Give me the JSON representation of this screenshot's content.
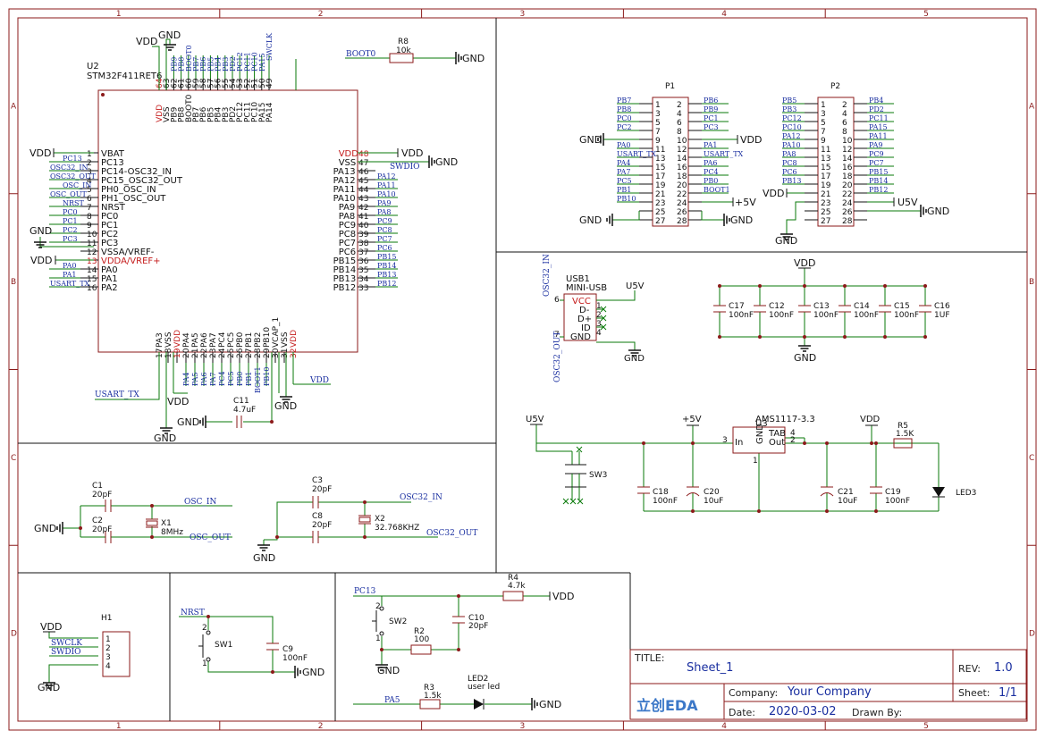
{
  "sheet": {
    "cols": [
      "1",
      "2",
      "3",
      "4",
      "5"
    ],
    "rows": [
      "A",
      "B",
      "C",
      "D"
    ]
  },
  "mcu": {
    "ref": "U2",
    "part": "STM32F411RET6",
    "left_pins": [
      {
        "num": "1",
        "name": "VBAT",
        "net": "VDD"
      },
      {
        "num": "2",
        "name": "PC13",
        "net": "PC13"
      },
      {
        "num": "3",
        "name": "PC14-OSC32_IN",
        "net": "OSC32_IN"
      },
      {
        "num": "4",
        "name": "PC15_OSC32_OUT",
        "net": "OSC32_OUT"
      },
      {
        "num": "5",
        "name": "PH0_OSC_IN",
        "net": "OSC_IN"
      },
      {
        "num": "6",
        "name": "PH1_OSC_OUT",
        "net": "OSC_OUT"
      },
      {
        "num": "7",
        "name": "NRST",
        "net": "NRST"
      },
      {
        "num": "8",
        "name": "PC0",
        "net": "PC0"
      },
      {
        "num": "9",
        "name": "PC1",
        "net": "PC1"
      },
      {
        "num": "10",
        "name": "PC2",
        "net": "PC2"
      },
      {
        "num": "11",
        "name": "PC3",
        "net": "PC3"
      },
      {
        "num": "12",
        "name": "VSSA/VREF-",
        "net": "GND"
      },
      {
        "num": "13",
        "name": "VDDA/VREF+",
        "net": "VDD"
      },
      {
        "num": "14",
        "name": "PA0",
        "net": "PA0"
      },
      {
        "num": "15",
        "name": "PA1",
        "net": "PA1"
      },
      {
        "num": "16",
        "name": "PA2",
        "net": "USART_TX"
      }
    ],
    "right_pins": [
      {
        "num": "48",
        "name": "VDD",
        "net": "VDD"
      },
      {
        "num": "47",
        "name": "VSS",
        "net": "GND"
      },
      {
        "num": "46",
        "name": "PA13",
        "net": "SWDIO"
      },
      {
        "num": "45",
        "name": "PA12",
        "net": "PA12"
      },
      {
        "num": "44",
        "name": "PA11",
        "net": "PA11"
      },
      {
        "num": "43",
        "name": "PA10",
        "net": "PA10"
      },
      {
        "num": "42",
        "name": "PA9",
        "net": "PA9"
      },
      {
        "num": "41",
        "name": "PA8",
        "net": "PA8"
      },
      {
        "num": "40",
        "name": "PC9",
        "net": "PC9"
      },
      {
        "num": "39",
        "name": "PC8",
        "net": "PC8"
      },
      {
        "num": "38",
        "name": "PC7",
        "net": "PC7"
      },
      {
        "num": "37",
        "name": "PC6",
        "net": "PC6"
      },
      {
        "num": "36",
        "name": "PB15",
        "net": "PB15"
      },
      {
        "num": "35",
        "name": "PB14",
        "net": "PB14"
      },
      {
        "num": "34",
        "name": "PB13",
        "net": "PB13"
      },
      {
        "num": "33",
        "name": "PB12",
        "net": "PB12"
      }
    ],
    "top_pins": [
      {
        "num": "64",
        "name": "VDD",
        "net": ""
      },
      {
        "num": "63",
        "name": "VSS",
        "net": ""
      },
      {
        "num": "62",
        "name": "PB9",
        "net": "PB9"
      },
      {
        "num": "61",
        "name": "PB8",
        "net": "PB8"
      },
      {
        "num": "60",
        "name": "BOOT0",
        "net": "BOOT0"
      },
      {
        "num": "59",
        "name": "PB7",
        "net": "PB7"
      },
      {
        "num": "58",
        "name": "PB6",
        "net": "PB6"
      },
      {
        "num": "57",
        "name": "PB5",
        "net": "PB5"
      },
      {
        "num": "56",
        "name": "PB4",
        "net": "PB4"
      },
      {
        "num": "55",
        "name": "PB3",
        "net": "PB3"
      },
      {
        "num": "54",
        "name": "PD2",
        "net": "PD2"
      },
      {
        "num": "53",
        "name": "PC12",
        "net": "PC12"
      },
      {
        "num": "52",
        "name": "PC11",
        "net": "PC11"
      },
      {
        "num": "51",
        "name": "PC10",
        "net": "PC10"
      },
      {
        "num": "50",
        "name": "PA15",
        "net": "PA15"
      },
      {
        "num": "49",
        "name": "PA14",
        "net": "SWCLK"
      }
    ],
    "bottom_pins": [
      {
        "num": "17",
        "name": "PA3",
        "net": ""
      },
      {
        "num": "18",
        "name": "VSS",
        "net": ""
      },
      {
        "num": "19",
        "name": "VDD",
        "net": ""
      },
      {
        "num": "20",
        "name": "PA4",
        "net": "PA4"
      },
      {
        "num": "21",
        "name": "PA5",
        "net": "PA5"
      },
      {
        "num": "22",
        "name": "PA6",
        "net": "PA6"
      },
      {
        "num": "23",
        "name": "PA7",
        "net": "PA7"
      },
      {
        "num": "24",
        "name": "PC4",
        "net": "PC4"
      },
      {
        "num": "25",
        "name": "PC5",
        "net": "PC5"
      },
      {
        "num": "26",
        "name": "PB0",
        "net": "PB0"
      },
      {
        "num": "27",
        "name": "PB1",
        "net": "PB1"
      },
      {
        "num": "28",
        "name": "PB2",
        "net": "BOOT1"
      },
      {
        "num": "29",
        "name": "PB10",
        "net": "PB10"
      },
      {
        "num": "30",
        "name": "VCAP_1",
        "net": ""
      },
      {
        "num": "31",
        "name": "VSS",
        "net": ""
      },
      {
        "num": "32",
        "name": "VDD",
        "net": "VDD"
      }
    ]
  },
  "headers": {
    "p1": {
      "ref": "P1",
      "rows": [
        {
          "ln": "PB7",
          "a": "1",
          "b": "2",
          "rn": "PB6"
        },
        {
          "ln": "PB8",
          "a": "3",
          "b": "4",
          "rn": "PB9"
        },
        {
          "ln": "PC0",
          "a": "5",
          "b": "6",
          "rn": "PC1"
        },
        {
          "ln": "PC2",
          "a": "7",
          "b": "8",
          "rn": "PC3"
        },
        {
          "ln": "",
          "a": "9",
          "b": "10",
          "rn": ""
        },
        {
          "ln": "PA0",
          "a": "11",
          "b": "12",
          "rn": "PA1"
        },
        {
          "ln": "USART_TX",
          "a": "13",
          "b": "14",
          "rn": "USART_TX"
        },
        {
          "ln": "PA4",
          "a": "15",
          "b": "16",
          "rn": "PA6"
        },
        {
          "ln": "PA7",
          "a": "17",
          "b": "18",
          "rn": "PC4"
        },
        {
          "ln": "PC5",
          "a": "19",
          "b": "20",
          "rn": "PB0"
        },
        {
          "ln": "PB1",
          "a": "21",
          "b": "22",
          "rn": "BOOT1"
        },
        {
          "ln": "PB10",
          "a": "23",
          "b": "24",
          "rn": ""
        },
        {
          "ln": "",
          "a": "25",
          "b": "26",
          "rn": ""
        },
        {
          "ln": "",
          "a": "27",
          "b": "28",
          "rn": ""
        }
      ]
    },
    "p2": {
      "ref": "P2",
      "rows": [
        {
          "ln": "PB5",
          "a": "1",
          "b": "2",
          "rn": "PB4"
        },
        {
          "ln": "PB3",
          "a": "3",
          "b": "4",
          "rn": "PD2"
        },
        {
          "ln": "PC12",
          "a": "5",
          "b": "6",
          "rn": "PC11"
        },
        {
          "ln": "PC10",
          "a": "7",
          "b": "8",
          "rn": "PA15"
        },
        {
          "ln": "PA12",
          "a": "9",
          "b": "10",
          "rn": "PA11"
        },
        {
          "ln": "PA10",
          "a": "11",
          "b": "12",
          "rn": "PA9"
        },
        {
          "ln": "PA8",
          "a": "13",
          "b": "14",
          "rn": "PC9"
        },
        {
          "ln": "PC8",
          "a": "15",
          "b": "16",
          "rn": "PC7"
        },
        {
          "ln": "PC6",
          "a": "17",
          "b": "18",
          "rn": "PB15"
        },
        {
          "ln": "PB13",
          "a": "19",
          "b": "20",
          "rn": "PB14"
        },
        {
          "ln": "",
          "a": "21",
          "b": "22",
          "rn": "PB12"
        },
        {
          "ln": "",
          "a": "23",
          "b": "24",
          "rn": ""
        },
        {
          "ln": "",
          "a": "25",
          "b": "26",
          "rn": ""
        },
        {
          "ln": "",
          "a": "27",
          "b": "28",
          "rn": ""
        }
      ]
    }
  },
  "power": {
    "vdd": "VDD",
    "gnd": "GND",
    "v5": "+5V",
    "u5": "U5V"
  },
  "labels": {
    "boot0": "BOOT0",
    "r8": "R8",
    "r8v": "10k",
    "swdio": "SWDIO",
    "swclk": "SWCLK",
    "usart": "USART_TX",
    "c11": "C11",
    "c11v": "4.7uF",
    "usb": "USB1",
    "usbt": "MINI-USB",
    "vcc": "VCC",
    "dm": "D-",
    "dp": "D+",
    "id": "ID",
    "osc32in": "OSC32_IN",
    "osc32out": "OSC32_OUT",
    "c17": "C17",
    "c12": "C12",
    "c13": "C13",
    "c14": "C14",
    "c15": "C15",
    "c16": "C16",
    "nf100": "100nF",
    "uf1": "1UF",
    "u3": "U3",
    "u3t": "AMS1117-3.3",
    "tab": "TAB",
    "in": "In",
    "out": "Out",
    "r5": "R5",
    "r5v": "1.5K",
    "led3": "LED3",
    "sw3": "SW3",
    "c18": "C18",
    "c20": "C20",
    "c21": "C21",
    "c19": "C19",
    "uf10": "10uF",
    "c1": "C1",
    "c2": "C2",
    "c3": "C3",
    "c8": "C8",
    "pf20": "20pF",
    "x1": "X1",
    "x1v": "8MHz",
    "x2": "X2",
    "x2v": "32.768KHZ",
    "oscin": "OSC_IN",
    "oscout": "OSC_OUT",
    "h1": "H1",
    "nrst": "NRST",
    "sw1": "SW1",
    "c9": "C9",
    "pc13": "PC13",
    "sw2": "SW2",
    "r2": "R2",
    "r2v": "100",
    "c10": "C10",
    "r4": "R4",
    "r4v": "4.7k",
    "pa5": "PA5",
    "r3": "R3",
    "r3v": "1.5k",
    "led2": "LED2",
    "led2t": "user led"
  },
  "titleblock": {
    "title_label": "TITLE:",
    "title": "Sheet_1",
    "rev_label": "REV:",
    "rev": "1.0",
    "company_label": "Company:",
    "company": "Your Company",
    "sheet_label": "Sheet:",
    "sheet": "1/1",
    "date_label": "Date:",
    "date": "2020-03-02",
    "drawn_label": "Drawn By:",
    "logo": "立创EDA"
  },
  "colors": {
    "frame": "#8b1a1a",
    "wire": "#0a7a0a",
    "net": "#1a2fa0",
    "pin": "#c41a1a",
    "text": "#111111"
  }
}
